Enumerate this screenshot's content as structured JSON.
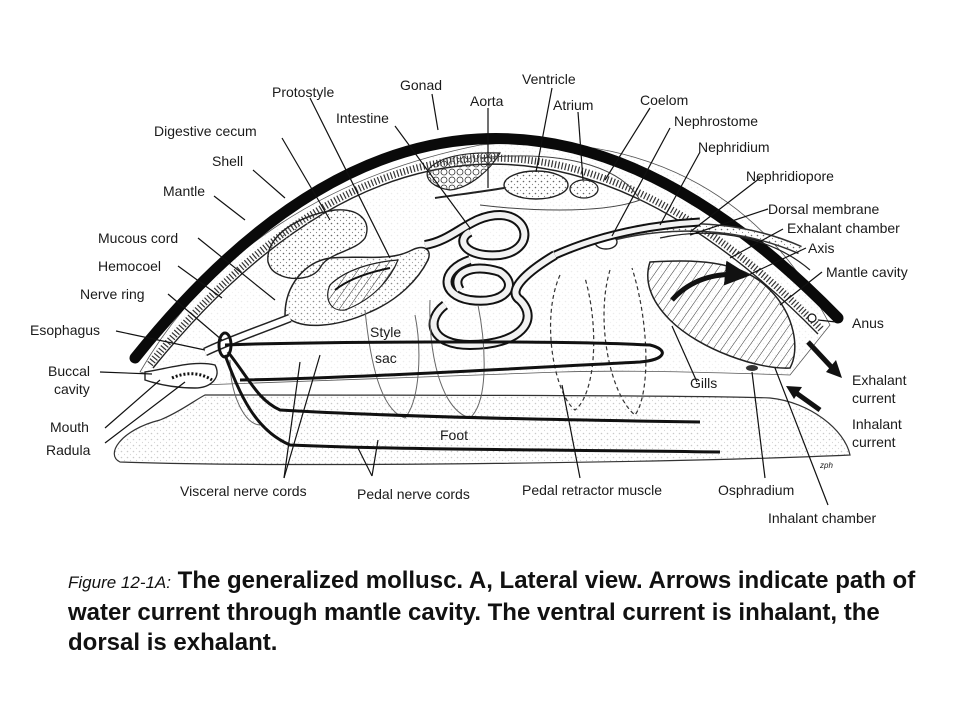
{
  "labels": {
    "protostyle": "Protostyle",
    "gonad": "Gonad",
    "ventricle": "Ventricle",
    "aorta": "Aorta",
    "atrium": "Atrium",
    "coelom": "Coelom",
    "intestine": "Intestine",
    "nephrostome": "Nephrostome",
    "digestive_cecum": "Digestive cecum",
    "nephridium": "Nephridium",
    "shell": "Shell",
    "nephridiopore": "Nephridiopore",
    "mantle": "Mantle",
    "dorsal_membrane": "Dorsal membrane",
    "exhalant_chamber": "Exhalant chamber",
    "mucous_cord": "Mucous cord",
    "axis": "Axis",
    "hemocoel": "Hemocoel",
    "mantle_cavity": "Mantle cavity",
    "nerve_ring": "Nerve ring",
    "anus": "Anus",
    "esophagus": "Esophagus",
    "style": "Style",
    "sac": "sac",
    "buccal_line1": "Buccal",
    "buccal_line2": "cavity",
    "gills": "Gills",
    "exhalant_current_line1": "Exhalant",
    "exhalant_current_line2": "current",
    "mouth": "Mouth",
    "inhalant_current_line1": "Inhalant",
    "inhalant_current_line2": "current",
    "radula": "Radula",
    "foot": "Foot",
    "visceral_nerve_cords": "Visceral nerve cords",
    "pedal_nerve_cords": "Pedal nerve cords",
    "pedal_retractor_muscle": "Pedal retractor muscle",
    "osphradium": "Osphradium",
    "inhalant_chamber": "Inhalant chamber",
    "artist_signature": "zph"
  },
  "caption": {
    "figure_label": "Figure 12-1A:",
    "text": "The generalized mollusc.  A, Lateral view.  Arrows indicate path of water current through mantle cavity.  The ventral current is inhalant, the dorsal is exhalant."
  }
}
